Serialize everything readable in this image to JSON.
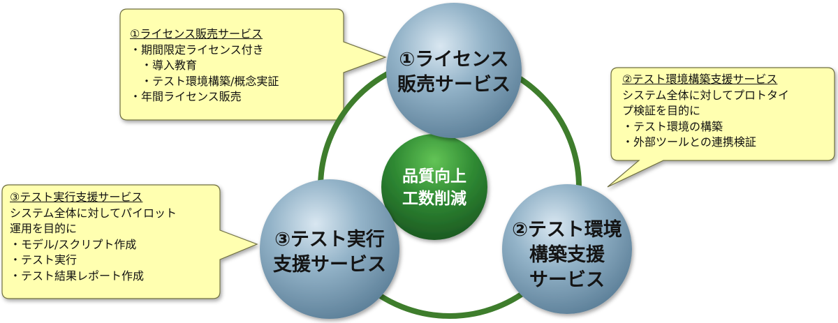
{
  "center": {
    "lines": [
      "品質向上",
      "工数削減"
    ],
    "color": "#2f7d33"
  },
  "nodes": [
    {
      "id": "license",
      "lines": [
        "①ライセンス",
        "販売サービス"
      ]
    },
    {
      "id": "env",
      "lines": [
        "②テスト環境",
        "構築支援",
        "サービス"
      ]
    },
    {
      "id": "exec",
      "lines": [
        "③テスト実行",
        "支援サービス"
      ]
    }
  ],
  "callouts": {
    "license": {
      "title": "①ライセンス販売サービス",
      "items": [
        {
          "text": "・期間限定ライセンス付き",
          "level": 1
        },
        {
          "text": "・導入教育",
          "level": 2
        },
        {
          "text": "・テスト環境構築/概念実証",
          "level": 2
        },
        {
          "text": "・年間ライセンス販売",
          "level": 1
        }
      ]
    },
    "env": {
      "title": "②テスト環境構築支援サービス",
      "items": [
        {
          "text": "システム全体に対してプロトタイ",
          "level": 1
        },
        {
          "text": "プ検証を目的に",
          "level": 1
        },
        {
          "text": "・テスト環境の構築",
          "level": 1
        },
        {
          "text": "・外部ツールとの連携検証",
          "level": 1
        }
      ]
    },
    "exec": {
      "title": "③テスト実行支援サービス",
      "items": [
        {
          "text": "システム全体に対してパイロット",
          "level": 1
        },
        {
          "text": "運用を目的に",
          "level": 1
        },
        {
          "text": "・モデル/スクリプト作成",
          "level": 1
        },
        {
          "text": "・テスト実行",
          "level": 1
        },
        {
          "text": "・テスト結果レポート作成",
          "level": 1
        }
      ]
    }
  },
  "colors": {
    "ring": "#3e7d2c",
    "node_fill": "#7fa3b9",
    "callout_fill": "#ffffb0",
    "callout_border": "#6e6e40"
  }
}
